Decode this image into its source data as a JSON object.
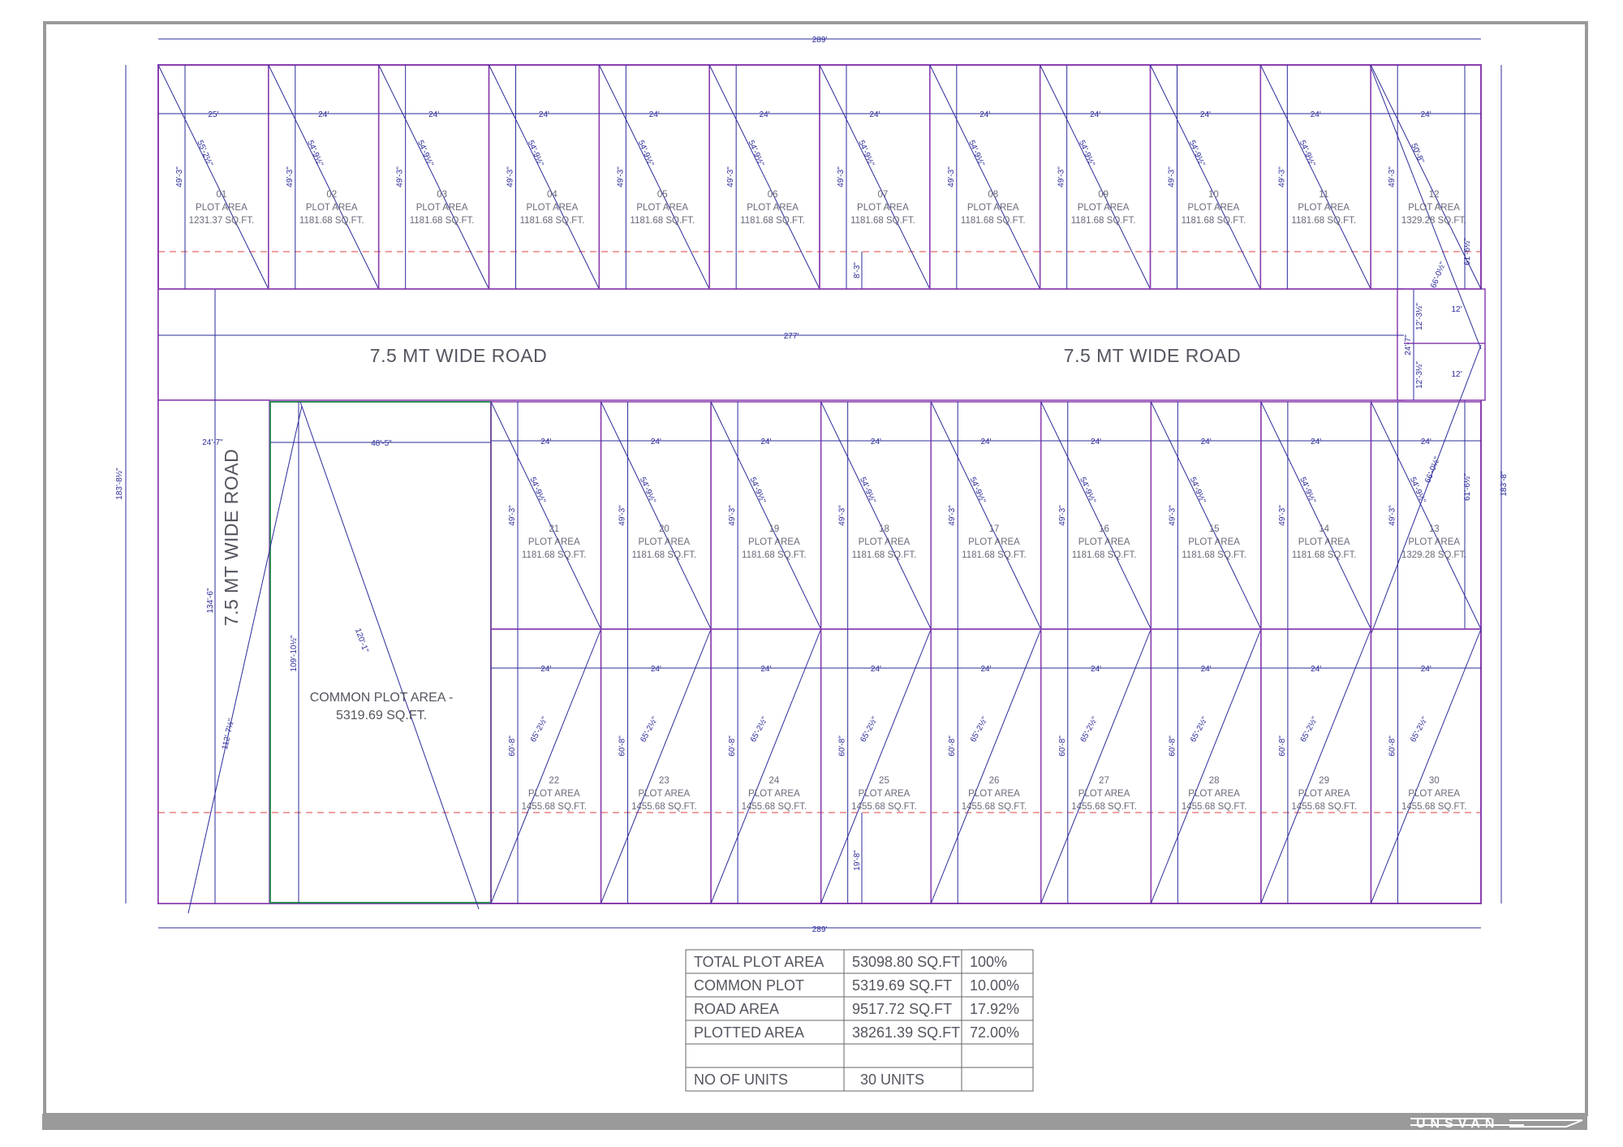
{
  "overall": {
    "top_width": "289'",
    "bottom_width": "289'",
    "left_height": "183'-8½\"",
    "right_height": "183'-8\""
  },
  "roads": {
    "horizontal_label": "7.5 MT WIDE ROAD",
    "vertical_label": "7.5 MT WIDE ROAD",
    "horizontal_length": "277'",
    "vertical_length": "134'-6\"",
    "road_width": "24'-7\"",
    "stub_width": "12'",
    "stub_depth": "12'-3½\""
  },
  "plot_label": "PLOT AREA",
  "plots_top": [
    {
      "no": "01",
      "area": "1231.37 SQ.FT.",
      "width": "25'",
      "depth": "49'-3\"",
      "diag": "55'-2½\""
    },
    {
      "no": "02",
      "area": "1181.68 SQ.FT.",
      "width": "24'",
      "depth": "49'-3\"",
      "diag": "54'-9½\""
    },
    {
      "no": "03",
      "area": "1181.68 SQ.FT.",
      "width": "24'",
      "depth": "49'-3\"",
      "diag": "54'-9½\""
    },
    {
      "no": "04",
      "area": "1181.68 SQ.FT.",
      "width": "24'",
      "depth": "49'-3\"",
      "diag": "54'-9½\""
    },
    {
      "no": "05",
      "area": "1181.68 SQ.FT.",
      "width": "24'",
      "depth": "49'-3\"",
      "diag": "54'-9½\""
    },
    {
      "no": "06",
      "area": "1181.68 SQ.FT.",
      "width": "24'",
      "depth": "49'-3\"",
      "diag": "54'-9½\""
    },
    {
      "no": "07",
      "area": "1181.68 SQ.FT.",
      "width": "24'",
      "depth": "49'-3\"",
      "diag": "54'-9½\""
    },
    {
      "no": "08",
      "area": "1181.68 SQ.FT.",
      "width": "24'",
      "depth": "49'-3\"",
      "diag": "54'-9½\""
    },
    {
      "no": "09",
      "area": "1181.68 SQ.FT.",
      "width": "24'",
      "depth": "49'-3\"",
      "diag": "54'-9½\""
    },
    {
      "no": "10",
      "area": "1181.68 SQ.FT.",
      "width": "24'",
      "depth": "49'-3\"",
      "diag": "54'-9½\""
    },
    {
      "no": "11",
      "area": "1181.68 SQ.FT.",
      "width": "24'",
      "depth": "49'-3\"",
      "diag": "54'-9½\""
    },
    {
      "no": "12",
      "area": "1329.28 SQ.FT.",
      "width": "24'",
      "depth": "49'-3\"",
      "diag": "50'-8\""
    }
  ],
  "plots_mid": [
    {
      "no": "21",
      "area": "1181.68 SQ.FT.",
      "width": "24'",
      "depth": "49'-3\"",
      "diag": "54'-9½\""
    },
    {
      "no": "20",
      "area": "1181.68 SQ.FT.",
      "width": "24'",
      "depth": "49'-3\"",
      "diag": "54'-9½\""
    },
    {
      "no": "19",
      "area": "1181.68 SQ.FT.",
      "width": "24'",
      "depth": "49'-3\"",
      "diag": "54'-9½\""
    },
    {
      "no": "18",
      "area": "1181.68 SQ.FT.",
      "width": "24'",
      "depth": "49'-3\"",
      "diag": "54'-9½\""
    },
    {
      "no": "17",
      "area": "1181.68 SQ.FT.",
      "width": "24'",
      "depth": "49'-3\"",
      "diag": "54'-9½\""
    },
    {
      "no": "16",
      "area": "1181.68 SQ.FT.",
      "width": "24'",
      "depth": "49'-3\"",
      "diag": "54'-9½\""
    },
    {
      "no": "15",
      "area": "1181.68 SQ.FT.",
      "width": "24'",
      "depth": "49'-3\"",
      "diag": "54'-9½\""
    },
    {
      "no": "14",
      "area": "1181.68 SQ.FT.",
      "width": "24'",
      "depth": "49'-3\"",
      "diag": "54'-9½\""
    },
    {
      "no": "13",
      "area": "1329.28 SQ.FT.",
      "width": "24'",
      "depth": "49'-3\"",
      "diag": "54'-9½\""
    }
  ],
  "plots_bottom": [
    {
      "no": "22",
      "area": "1455.68 SQ.FT.",
      "width": "24'",
      "depth": "60'-8\"",
      "diag": "65'-2½\""
    },
    {
      "no": "23",
      "area": "1455.68 SQ.FT.",
      "width": "24'",
      "depth": "60'-8\"",
      "diag": "65'-2½\""
    },
    {
      "no": "24",
      "area": "1455.68 SQ.FT.",
      "width": "24'",
      "depth": "60'-8\"",
      "diag": "65'-2½\""
    },
    {
      "no": "25",
      "area": "1455.68 SQ.FT.",
      "width": "24'",
      "depth": "60'-8\"",
      "diag": "65'-2½\""
    },
    {
      "no": "26",
      "area": "1455.68 SQ.FT.",
      "width": "24'",
      "depth": "60'-8\"",
      "diag": "65'-2½\""
    },
    {
      "no": "27",
      "area": "1455.68 SQ.FT.",
      "width": "24'",
      "depth": "60'-8\"",
      "diag": "65'-2½\""
    },
    {
      "no": "28",
      "area": "1455.68 SQ.FT.",
      "width": "24'",
      "depth": "60'-8\"",
      "diag": "65'-2½\""
    },
    {
      "no": "29",
      "area": "1455.68 SQ.FT.",
      "width": "24'",
      "depth": "60'-8\"",
      "diag": "65'-2½\""
    },
    {
      "no": "30",
      "area": "1455.68 SQ.FT.",
      "width": "24'",
      "depth": "60'-8\"",
      "diag": "65'-2½\""
    }
  ],
  "extra_dims": {
    "top_margin": "8'-3\"",
    "bottom_margin": "19'-8\"",
    "plot12_side": "61'-6½\"",
    "plot12_diag": "66'-0½\"",
    "plot13_side": "61'-6½\"",
    "plot13_diag": "66'-0½\""
  },
  "common_plot": {
    "label_line1": "COMMON PLOT AREA -",
    "label_line2": "5319.69 SQ.FT.",
    "width": "48'-5\"",
    "height": "109'-10½\"",
    "diag": "120'-1\"",
    "road_diag": "112'-7½\""
  },
  "summary_table": [
    [
      "TOTAL PLOT AREA",
      "53098.80 SQ.FT",
      "100%"
    ],
    [
      "COMMON PLOT",
      "5319.69  SQ.FT",
      "10.00%"
    ],
    [
      "ROAD AREA",
      "9517.72  SQ.FT",
      "17.92%"
    ],
    [
      "PLOTTED AREA",
      "38261.39 SQ.FT",
      "72.00%"
    ],
    [
      "",
      "",
      ""
    ],
    [
      "NO OF UNITS",
      "30  UNITS",
      ""
    ]
  ],
  "logo_text": "UNSVAN",
  "colors": {
    "plot_boundary": "#8a3fb0",
    "dimension": "#2b2b9a",
    "common_plot": "#2e8b57",
    "setback": "#e04040",
    "frame": "#9a9a9a"
  }
}
